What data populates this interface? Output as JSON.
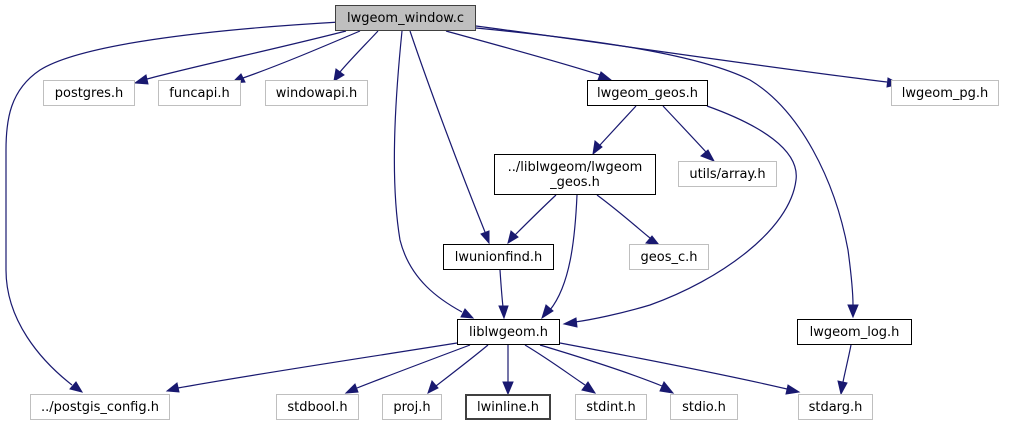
{
  "graph": {
    "title": "lwgeom_window.c include dependency graph",
    "colors": {
      "edge": "#191970",
      "root_fill": "#bfbfbf",
      "documented_border": "#000000",
      "undocumented_border": "#bfbfbf"
    },
    "nodes": {
      "root": {
        "label": "lwgeom_window.c",
        "kind": "root"
      },
      "postgres": {
        "label": "postgres.h",
        "kind": "undocumented"
      },
      "funcapi": {
        "label": "funcapi.h",
        "kind": "undocumented"
      },
      "windowapi": {
        "label": "windowapi.h",
        "kind": "undocumented"
      },
      "lwgeom_geos": {
        "label": "lwgeom_geos.h",
        "kind": "documented"
      },
      "lwgeom_pg": {
        "label": "lwgeom_pg.h",
        "kind": "undocumented"
      },
      "liblwgeom_geos": {
        "label_line1": "../liblwgeom/lwgeom",
        "label_line2": "_geos.h",
        "kind": "documented"
      },
      "utils_array": {
        "label": "utils/array.h",
        "kind": "undocumented"
      },
      "lwunionfind": {
        "label": "lwunionfind.h",
        "kind": "documented"
      },
      "geos_c": {
        "label": "geos_c.h",
        "kind": "undocumented"
      },
      "liblwgeom": {
        "label": "liblwgeom.h",
        "kind": "documented"
      },
      "lwgeom_log": {
        "label": "lwgeom_log.h",
        "kind": "documented"
      },
      "postgis_config": {
        "label": "../postgis_config.h",
        "kind": "undocumented"
      },
      "stdbool": {
        "label": "stdbool.h",
        "kind": "undocumented"
      },
      "proj": {
        "label": "proj.h",
        "kind": "undocumented"
      },
      "lwinline": {
        "label": "lwinline.h",
        "kind": "documented"
      },
      "stdint": {
        "label": "stdint.h",
        "kind": "undocumented"
      },
      "stdio": {
        "label": "stdio.h",
        "kind": "undocumented"
      },
      "stdarg": {
        "label": "stdarg.h",
        "kind": "undocumented"
      }
    },
    "edges": [
      [
        "root",
        "postgres"
      ],
      [
        "root",
        "funcapi"
      ],
      [
        "root",
        "windowapi"
      ],
      [
        "root",
        "lwgeom_geos"
      ],
      [
        "root",
        "lwgeom_pg"
      ],
      [
        "root",
        "postgis_config"
      ],
      [
        "root",
        "liblwgeom"
      ],
      [
        "root",
        "lwunionfind"
      ],
      [
        "root",
        "lwgeom_log"
      ],
      [
        "lwgeom_geos",
        "liblwgeom_geos"
      ],
      [
        "lwgeom_geos",
        "utils_array"
      ],
      [
        "lwgeom_geos",
        "liblwgeom"
      ],
      [
        "liblwgeom_geos",
        "lwunionfind"
      ],
      [
        "liblwgeom_geos",
        "geos_c"
      ],
      [
        "liblwgeom_geos",
        "liblwgeom"
      ],
      [
        "lwunionfind",
        "liblwgeom"
      ],
      [
        "liblwgeom",
        "postgis_config"
      ],
      [
        "liblwgeom",
        "stdbool"
      ],
      [
        "liblwgeom",
        "proj"
      ],
      [
        "liblwgeom",
        "lwinline"
      ],
      [
        "liblwgeom",
        "stdint"
      ],
      [
        "liblwgeom",
        "stdio"
      ],
      [
        "liblwgeom",
        "stdarg"
      ],
      [
        "lwgeom_log",
        "stdarg"
      ]
    ]
  }
}
